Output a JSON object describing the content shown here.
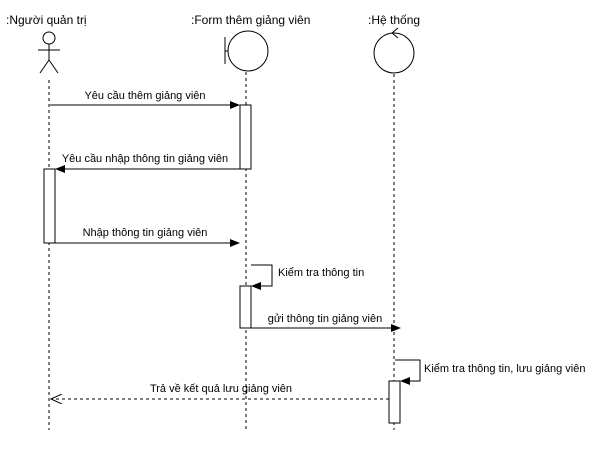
{
  "participants": {
    "actor": {
      "label": ":Người quản trị",
      "icon": "stick-figure-actor-icon"
    },
    "form": {
      "label": ":Form thêm giảng viên",
      "icon": "boundary-icon"
    },
    "system": {
      "label": ":Hệ thống",
      "icon": "control-icon"
    }
  },
  "messages": {
    "m1": "Yêu cầu thêm giảng viên",
    "m2": "Yêu cầu nhập thông tin giảng viên",
    "m3": "Nhập thông tin giảng viên",
    "m4": "Kiểm tra thông tin",
    "m5": "gửi thông tin giảng viên",
    "m6": "Kiểm tra thông tin, lưu giảng viên",
    "m7": "Trả về kết quả lưu giảng viên"
  },
  "colors": {
    "stroke": "#000000",
    "background": "#ffffff"
  }
}
